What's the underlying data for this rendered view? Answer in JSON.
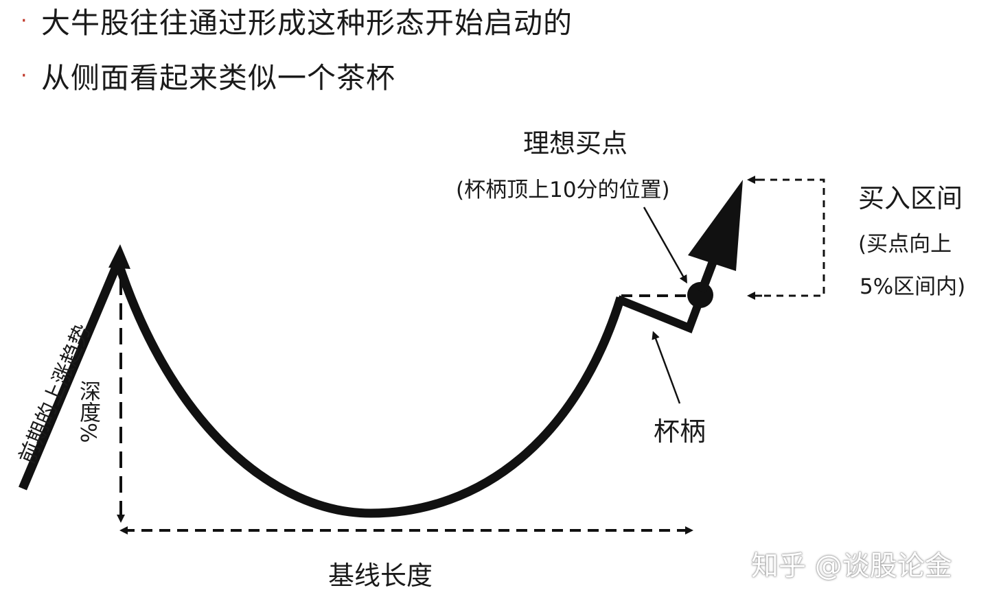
{
  "bullets": [
    {
      "mark": "·",
      "text": "大牛股往往通过形成这种形态开始启动的"
    },
    {
      "mark": "·",
      "text": "从侧面看起来类似一个茶杯"
    }
  ],
  "labels": {
    "prior_uptrend": "前期的上涨趋势",
    "depth": "深度",
    "depth_unit": "%",
    "baseline_length": "基线长度",
    "ideal_buy_point": "理想买点",
    "ideal_buy_point_note": "(杯柄顶上10分的位置)",
    "handle": "杯柄",
    "buy_range": "买入区间",
    "buy_range_note_1": "(买点向上",
    "buy_range_note_2": "5%区间内)"
  },
  "watermark": "知乎 @谈股论金",
  "colors": {
    "bullet": "#c0392b",
    "line": "#111111"
  }
}
